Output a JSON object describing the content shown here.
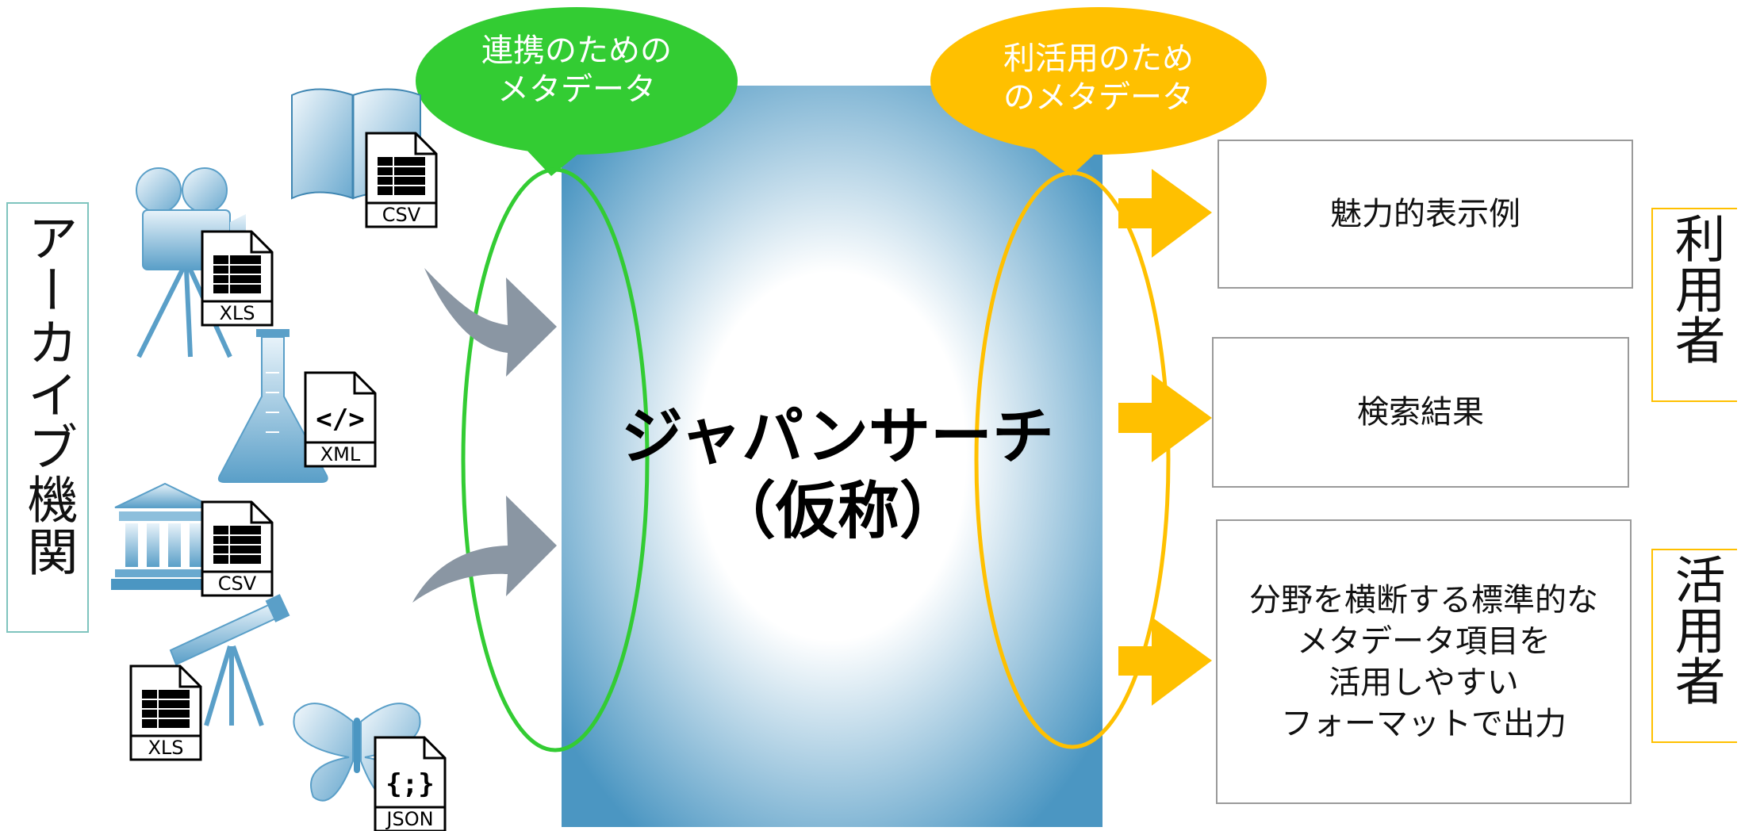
{
  "source_label": "アーカイブ機関",
  "center": {
    "title_line1": "ジャパンサーチ",
    "title_line2": "（仮称）"
  },
  "bubbles": {
    "left": {
      "line1": "連携のための",
      "line2": "メタデータ",
      "color": "#33cc33"
    },
    "right": {
      "line1": "利活用のため",
      "line2": "のメタデータ",
      "color": "#ffc000"
    }
  },
  "outputs": {
    "item1": "魅力的表示例",
    "item2": "検索結果",
    "item3_lines": [
      "分野を横断する標準的な",
      "メタデータ項目を",
      "活用しやすい",
      "フォーマットで出力"
    ]
  },
  "users": {
    "label1": "利用者",
    "label2": "活用者"
  },
  "files": {
    "f1": "CSV",
    "f2": "XLS",
    "f3": "XML",
    "f4": "CSV",
    "f5": "XLS",
    "f6": "JSON"
  },
  "colors": {
    "panel_edge": "#5aa0c6",
    "arrow_gray": "#8a96a3",
    "archive_border": "#7fc4be",
    "user_border": "#ffc000"
  }
}
